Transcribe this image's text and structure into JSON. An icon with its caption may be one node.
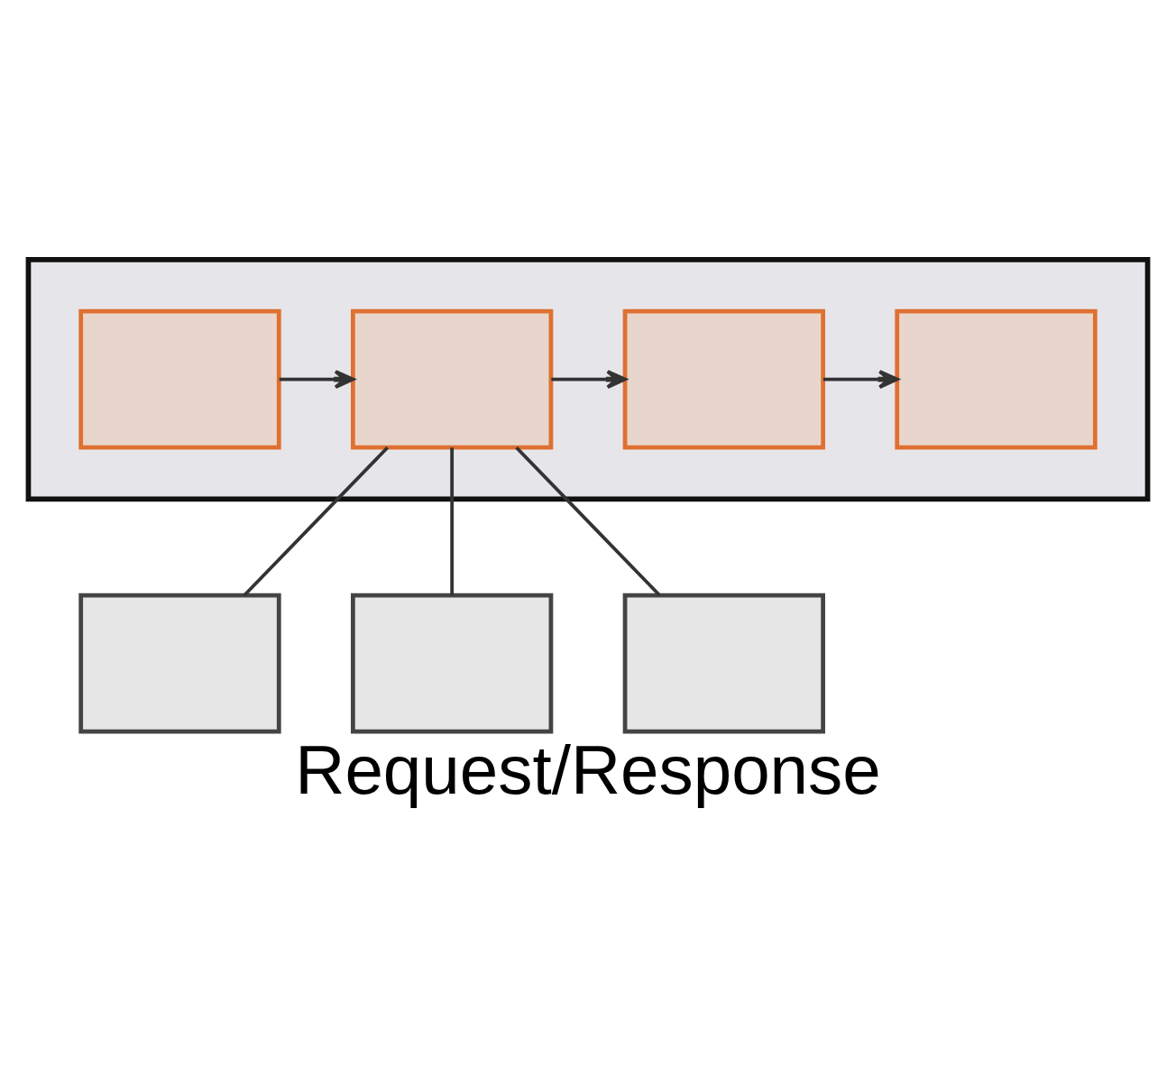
{
  "diagram": {
    "caption": "Request/Response",
    "nodes": [
      {
        "text": [],
        "shape": "box"
      },
      {
        "text": [],
        "shape": "box",
        "in": 0
      },
      {
        "text": [],
        "shape": "box",
        "in": 0
      },
      {
        "text": [],
        "shape": "box",
        "in": 0
      },
      {
        "text": [],
        "shape": "box",
        "in": 0
      },
      {
        "text": [],
        "shape": "box"
      },
      {
        "text": [],
        "shape": "box"
      },
      {
        "text": [],
        "shape": "box"
      }
    ],
    "edges": [
      {
        "from": 1,
        "to": 2,
        "arrow": "to"
      },
      {
        "from": 2,
        "to": 3,
        "arrow": "to"
      },
      {
        "from": 3,
        "to": 4,
        "arrow": "to"
      },
      {
        "from": 2,
        "to": 5,
        "arrow": "none"
      },
      {
        "from": 2,
        "to": 6,
        "arrow": "none"
      },
      {
        "from": 2,
        "to": 7,
        "arrow": "none"
      }
    ]
  }
}
